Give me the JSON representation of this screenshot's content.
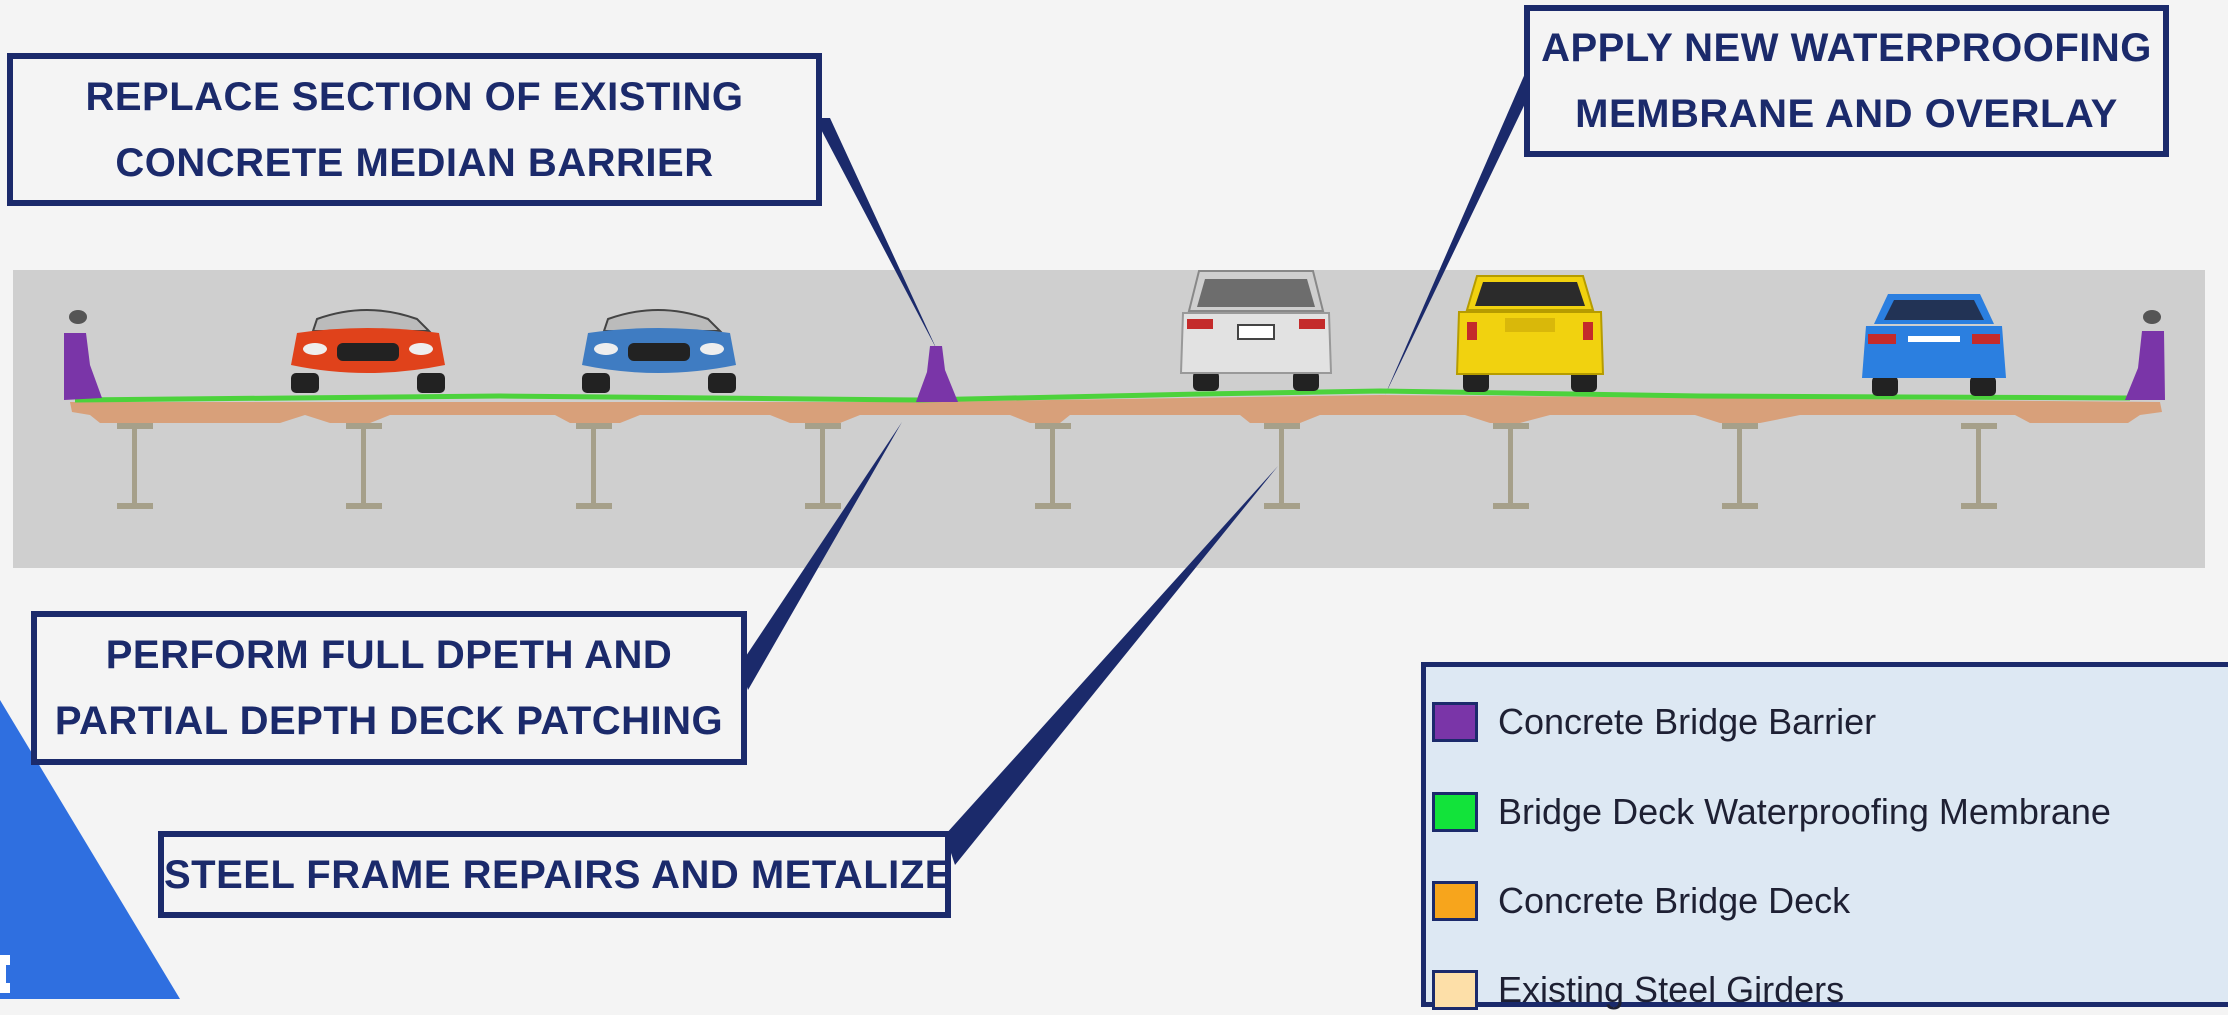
{
  "callouts": {
    "median_barrier": {
      "line1": "REPLACE SECTION OF EXISTING",
      "line2": "CONCRETE MEDIAN BARRIER"
    },
    "waterproofing": {
      "line1": "APPLY NEW WATERPROOFING",
      "line2": "MEMBRANE AND OVERLAY"
    },
    "deck_patching": {
      "line1": "PERFORM FULL DPETH AND",
      "line2": "PARTIAL DEPTH DECK PATCHING"
    },
    "steel_frame": {
      "line1": "STEEL FRAME REPAIRS AND METALIZE"
    }
  },
  "legend": {
    "items": [
      {
        "label": "Concrete Bridge Barrier",
        "color": "#7a35a8"
      },
      {
        "label": "Bridge Deck Waterproofing Membrane",
        "color": "#12e33a"
      },
      {
        "label": "Concrete Bridge Deck",
        "color": "#f7a51c"
      },
      {
        "label": "Existing Steel Girders",
        "color": "#fddfa8"
      }
    ]
  },
  "colors": {
    "navy": "#1b2a6b",
    "deck": "#d8a07a",
    "membrane": "#4cd23c",
    "barrier": "#7a35a8",
    "girder": "#a6a08a",
    "backdrop": "#cfcfcf",
    "accent_blue": "#2f6fe0"
  },
  "vehicles": [
    {
      "name": "orange-convertible",
      "color": "#e0421b",
      "view": "front"
    },
    {
      "name": "blue-convertible",
      "color": "#3f7cc2",
      "view": "front"
    },
    {
      "name": "silver-suv",
      "color": "#d6d6d6",
      "view": "rear"
    },
    {
      "name": "yellow-hatchback",
      "color": "#f1d20f",
      "view": "rear"
    },
    {
      "name": "blue-sedan",
      "color": "#2b7fe0",
      "view": "rear"
    }
  ]
}
